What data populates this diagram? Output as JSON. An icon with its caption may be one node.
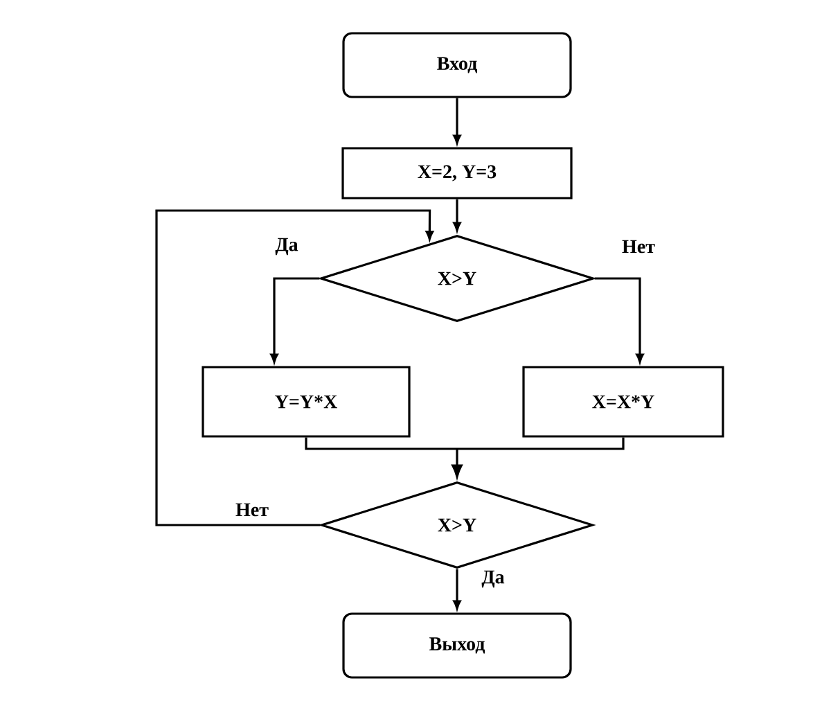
{
  "diagram": {
    "nodes": [
      {
        "text": [
          "Вход"
        ]
      },
      {
        "text": [
          "X=2, Y=3"
        ]
      },
      {
        "text": [
          "X>Y"
        ]
      },
      {
        "text": [
          "Y=Y*X"
        ]
      },
      {
        "text": [
          "X=X*Y"
        ]
      },
      {
        "text": [
          "X>Y"
        ]
      },
      {
        "text": [
          "Выход"
        ]
      }
    ],
    "edges": [
      {
        "from": 0,
        "to": 1,
        "arrow": "to"
      },
      {
        "from": 1,
        "to": 2,
        "arrow": "to"
      },
      {
        "from": 2,
        "to": 3,
        "arrow": "to",
        "label": "Да"
      },
      {
        "from": 2,
        "to": 4,
        "arrow": "to",
        "label": "Нет"
      },
      {
        "from": 3,
        "to": 5,
        "arrow": "to"
      },
      {
        "from": 4,
        "to": 5,
        "arrow": "to"
      },
      {
        "from": 5,
        "to": 2,
        "arrow": "to",
        "label": "Нет"
      },
      {
        "from": 5,
        "to": 6,
        "arrow": "to",
        "label": "Да"
      }
    ]
  }
}
